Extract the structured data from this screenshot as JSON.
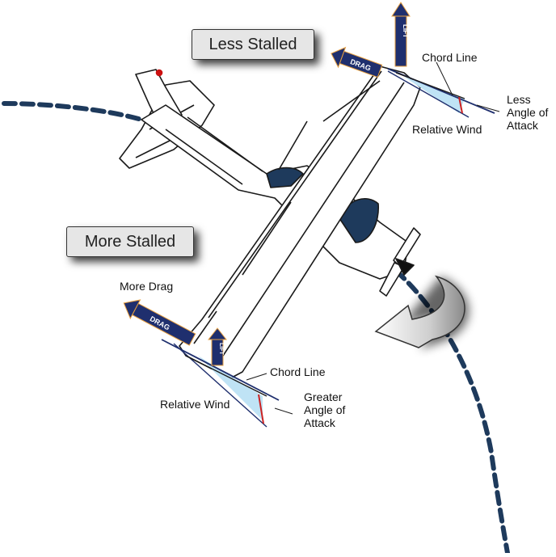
{
  "callouts": {
    "less_stalled": "Less Stalled",
    "more_stalled": "More Stalled"
  },
  "labels": {
    "more_drag": "More Drag",
    "chord_line_top": "Chord Line",
    "relative_wind_top": "Relative Wind",
    "less_aoa_line1": "Less",
    "less_aoa_line2": "Angle of",
    "less_aoa_line3": "Attack",
    "chord_line_bottom": "Chord Line",
    "relative_wind_bottom": "Relative Wind",
    "greater_aoa_line1": "Greater",
    "greater_aoa_line2": "Angle of",
    "greater_aoa_line3": "Attack"
  },
  "vectors": {
    "drag": "DRAG",
    "lift": "LIFT"
  },
  "colors": {
    "navy": "#1f2f6e",
    "dash_path": "#1e3a5c",
    "aoa_fill": "#bfe3f5",
    "aoa_mark": "#cc2222",
    "callout_bg": "#e6e6e6",
    "arrow_orange": "#e8a040"
  }
}
